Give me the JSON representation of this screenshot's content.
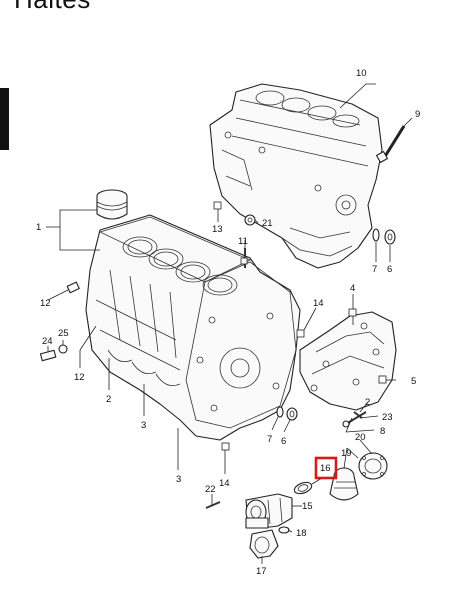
{
  "header": {
    "title": "Haltes"
  },
  "callouts": {
    "c1": "1",
    "c2": "2",
    "c2b": "2",
    "c3": "3",
    "c3b": "3",
    "c4": "4",
    "c5": "5",
    "c6": "6",
    "c6b": "6",
    "c7": "7",
    "c7b": "7",
    "c8": "8",
    "c9": "9",
    "c10": "10",
    "c11": "11",
    "c12": "12",
    "c12b": "12",
    "c13": "13",
    "c14": "14",
    "c14b": "14",
    "c15": "15",
    "c16": "16",
    "c17": "17",
    "c18": "18",
    "c19": "19",
    "c20": "20",
    "c21": "21",
    "c22": "22",
    "c23": "23",
    "c24": "24",
    "c25": "25"
  },
  "highlight": {
    "part": "16",
    "color": "#d61a1a"
  }
}
